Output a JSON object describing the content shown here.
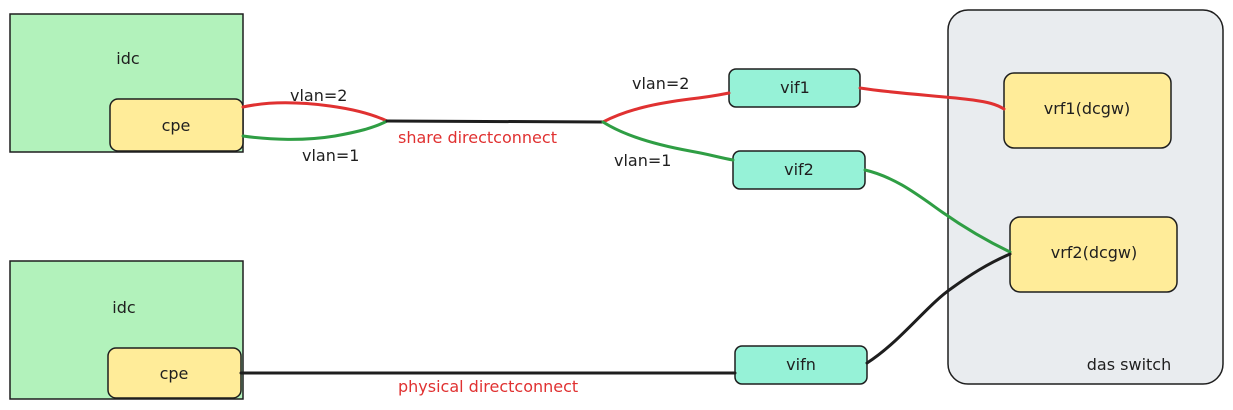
{
  "diagram": {
    "colors": {
      "idc_fill": "#b2f2bb",
      "cpe_fill": "#ffec99",
      "vif_fill": "#96f2d7",
      "vrf_fill": "#ffec99",
      "switch_fill": "#e9ecef",
      "red": "#e03131",
      "green": "#2f9e44",
      "black": "#1e1e1e"
    },
    "idc_top": {
      "label": "idc",
      "cpe_label": "cpe"
    },
    "idc_bottom": {
      "label": "idc",
      "cpe_label": "cpe"
    },
    "share_link": {
      "label": "share directconnect",
      "left_vlan_top": "vlan=2",
      "left_vlan_bottom": "vlan=1",
      "right_vlan_top": "vlan=2",
      "right_vlan_bottom": "vlan=1"
    },
    "physical_link": {
      "label": "physical directconnect"
    },
    "vifs": [
      {
        "label": "vif1"
      },
      {
        "label": "vif2"
      },
      {
        "label": "vifn"
      }
    ],
    "das_switch": {
      "label": "das switch",
      "vrfs": [
        {
          "label": "vrf1(dcgw)"
        },
        {
          "label": "vrf2(dcgw)"
        }
      ]
    }
  }
}
